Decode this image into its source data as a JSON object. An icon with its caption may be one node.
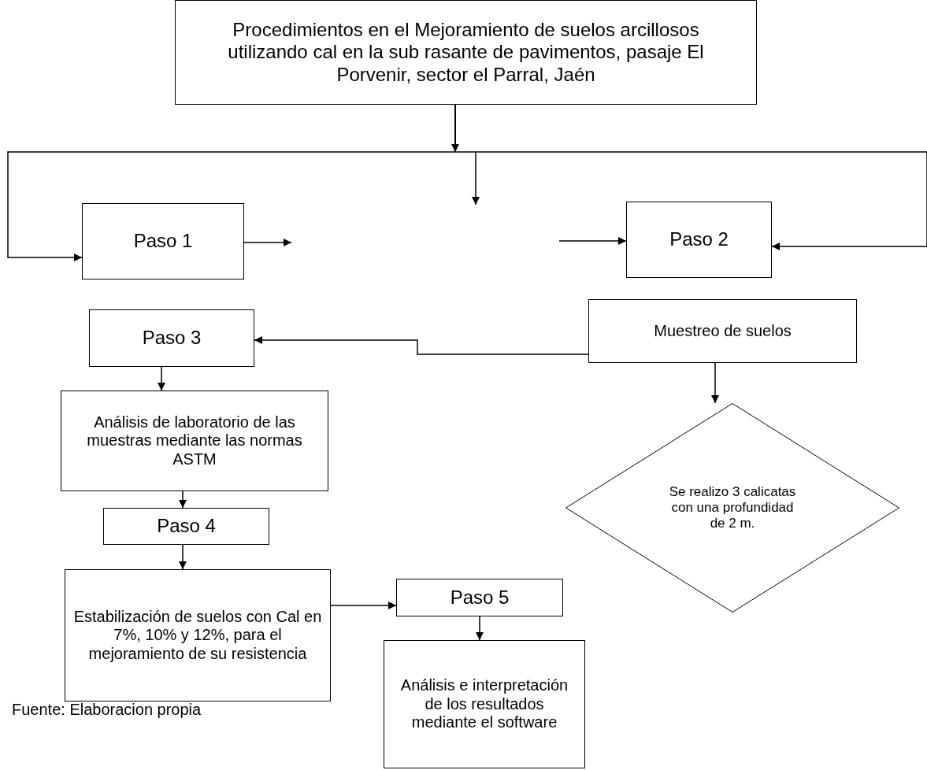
{
  "diagram": {
    "nodes": [
      {
        "text": [
          "Procedimientos en el Mejoramiento de suelos arcillosos utilizando cal en la sub rasante de pavimentos, pasaje El Porvenir, sector el Parral, Jaén"
        ]
      },
      {
        "text": [
          "Paso 1"
        ]
      },
      {
        "text": [
          "Paso 2"
        ]
      },
      {
        "text": [
          "Paso 3"
        ]
      },
      {
        "text": [
          "Muestreo de suelos"
        ]
      },
      {
        "text": [
          "Análisis de laboratorio de las muestras mediante las normas ASTM"
        ]
      },
      {
        "text": [
          "Se realizo 3 calicatas con una profundidad de 2 m."
        ]
      },
      {
        "text": [
          "Paso 4"
        ]
      },
      {
        "text": [
          "Estabilización de suelos con Cal en 7%, 10% y 12%, para el mejoramiento de su resistencia"
        ]
      },
      {
        "text": [
          "Paso 5"
        ]
      },
      {
        "text": [
          "Análisis e interpretación de los resultados mediante el software"
        ]
      }
    ],
    "edges": [
      {
        "from": 0,
        "to": 1,
        "arrow": "to"
      },
      {
        "from": 0,
        "to": 2,
        "arrow": "to"
      },
      {
        "from": 0,
        "to": null,
        "arrow": "to"
      },
      {
        "from": 1,
        "to": null,
        "arrow": "to"
      },
      {
        "from": null,
        "to": 2,
        "arrow": "to"
      },
      {
        "from": 4,
        "to": 3,
        "arrow": "to"
      },
      {
        "from": 4,
        "to": 6,
        "arrow": "to"
      },
      {
        "from": 3,
        "to": 5,
        "arrow": "to"
      },
      {
        "from": 5,
        "to": 7,
        "arrow": "to"
      },
      {
        "from": 7,
        "to": 8,
        "arrow": "to"
      },
      {
        "from": 8,
        "to": 9,
        "arrow": "to"
      },
      {
        "from": 9,
        "to": 10,
        "arrow": "to"
      }
    ],
    "labels": [
      "Fuente: Elaboracion propia"
    ]
  }
}
